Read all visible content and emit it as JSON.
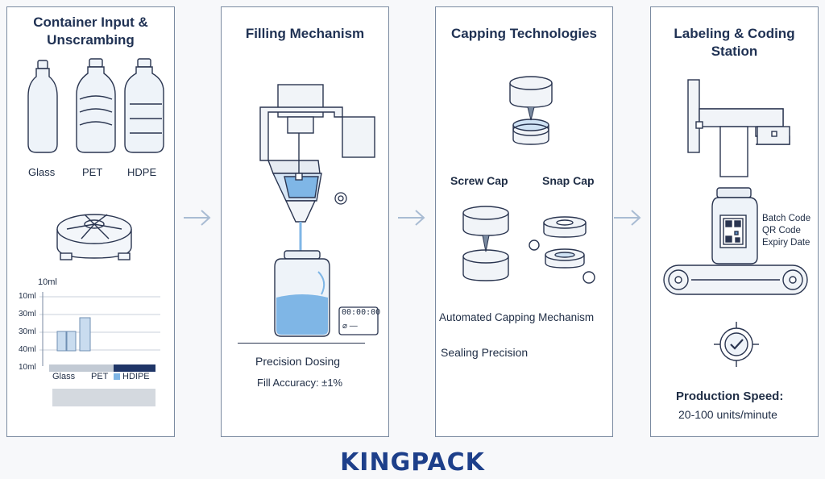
{
  "panels": {
    "input": {
      "title_line1": "Container Input &",
      "title_line2": "Unscrambing",
      "bottles": [
        "Glass",
        "PET",
        "HDPE"
      ],
      "chart": {
        "y_top_label": "10ml",
        "y_ticks": [
          "10ml",
          "30ml",
          "30ml",
          "40ml",
          "10ml"
        ],
        "legend": [
          "Glass",
          "PET",
          "HDIPE"
        ]
      }
    },
    "filling": {
      "title": "Filling Mechanism",
      "timer": "00:00:00",
      "timer_sub": "⌀ —",
      "dosing": "Precision Dosing",
      "accuracy": "Fill Accuracy: ±1%"
    },
    "capping": {
      "title": "Capping Technologies",
      "screw": "Screw Cap",
      "snap": "Snap Cap",
      "automated": "Automated Capping Mechanism",
      "sealing": "Sealing Precision"
    },
    "labeling": {
      "title_line1": "Labeling & Coding",
      "title_line2": "Station",
      "codes": [
        "Batch Code",
        "QR Code",
        "Expiry Date"
      ],
      "speed_label": "Production Speed:",
      "speed_value": "20-100 units/minute"
    }
  },
  "brand": "KINGPACK",
  "colors": {
    "accent": "#1d3f8a",
    "liquid": "#7fb6e6",
    "line": "#2a3550"
  }
}
